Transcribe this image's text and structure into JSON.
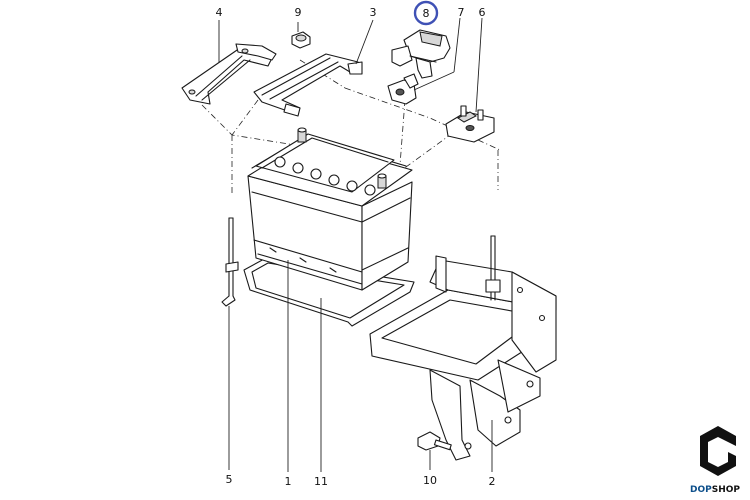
{
  "callouts": [
    {
      "id": "4",
      "label": "4"
    },
    {
      "id": "9",
      "label": "9"
    },
    {
      "id": "3",
      "label": "3"
    },
    {
      "id": "8",
      "label": "8",
      "highlighted": true
    },
    {
      "id": "7",
      "label": "7"
    },
    {
      "id": "6",
      "label": "6"
    },
    {
      "id": "5",
      "label": "5"
    },
    {
      "id": "1",
      "label": "1"
    },
    {
      "id": "11",
      "label": "11"
    },
    {
      "id": "10",
      "label": "10"
    },
    {
      "id": "2",
      "label": "2"
    }
  ],
  "logo": {
    "text_part1": "DOP",
    "text_part2": "SHOP",
    "color_part1": "#0d4f8b",
    "color_part2": "#111111"
  },
  "colors": {
    "highlight_ring": "#3f51b5",
    "line": "#1a1a1a"
  }
}
